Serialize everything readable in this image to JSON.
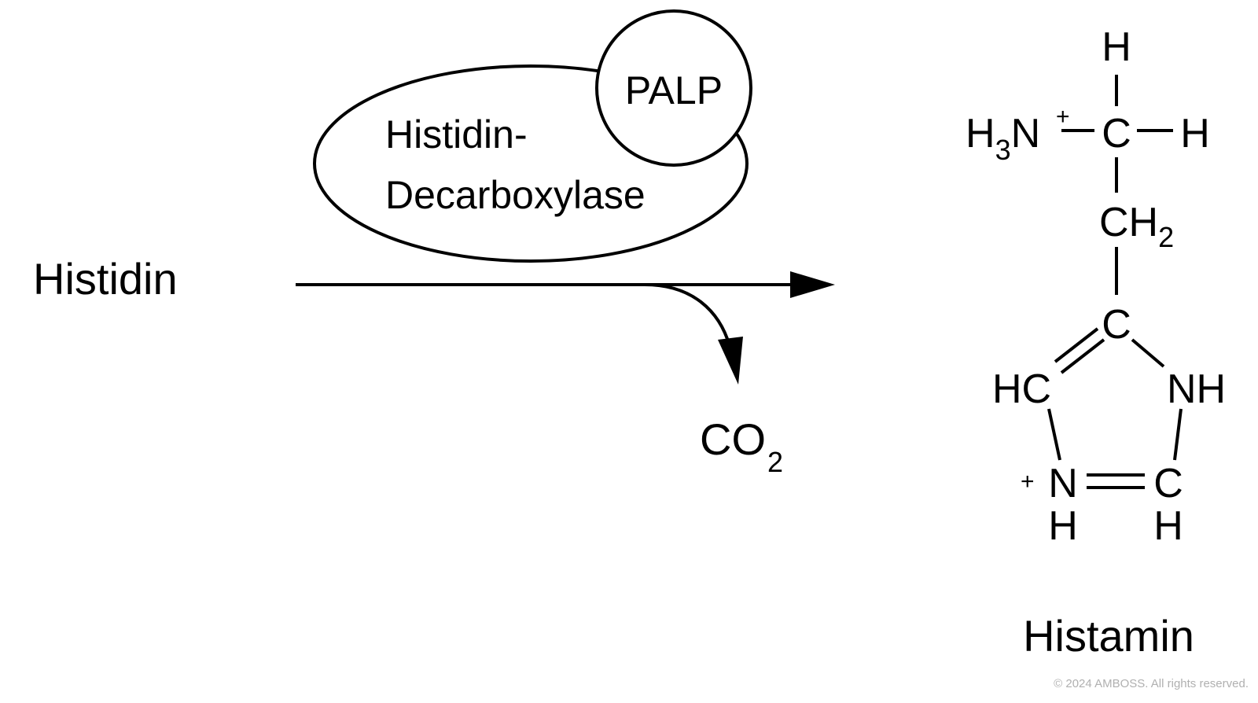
{
  "substrate": "Histidin",
  "enzyme": {
    "line1": "Histidin-",
    "line2": "Decarboxylase",
    "cofactor": "PALP"
  },
  "byproduct": {
    "main": "CO",
    "sub": "2"
  },
  "product_name": "Histamin",
  "molecule": {
    "h_top": "H",
    "h_right": "H",
    "c_alpha": "C",
    "amine_h": "H",
    "amine_sub": "3",
    "amine_n": "N",
    "amine_charge": "+",
    "ch2_main": "CH",
    "ch2_sub": "2",
    "c_ring": "C",
    "hc_left": "HC",
    "nh_right": "NH",
    "n_bottom": "N",
    "n_bottom_h": "H",
    "n_charge": "+",
    "c_bottom": "C",
    "c_bottom_h": "H"
  },
  "copyright": "© 2024 AMBOSS. All rights reserved."
}
